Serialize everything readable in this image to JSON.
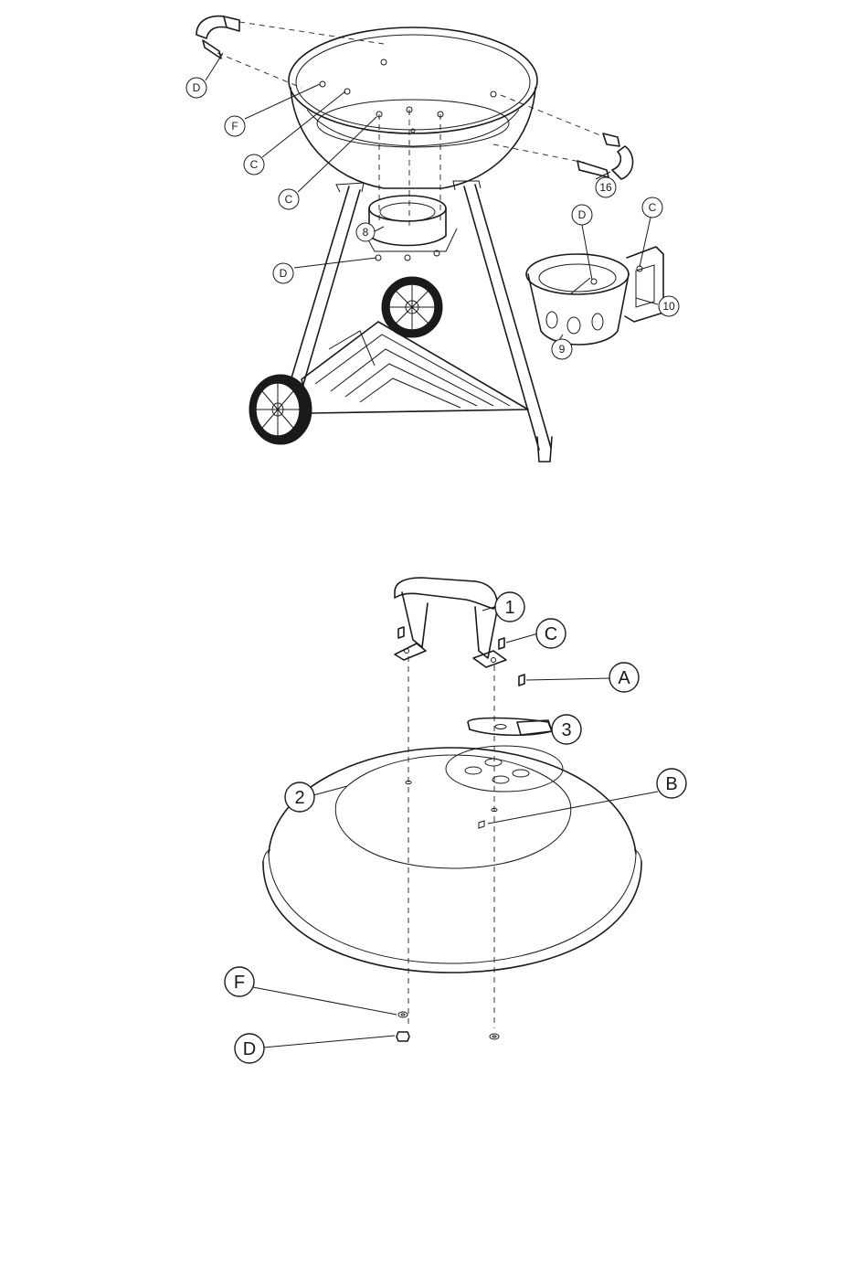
{
  "callouts": {
    "top": {
      "d_handle": "D",
      "f": "F",
      "c_upper": "C",
      "c_lower": "C",
      "n16": "16",
      "n8": "8",
      "d_bowl": "D",
      "d_holder": "D",
      "c_holder": "C",
      "n10": "10",
      "n9": "9"
    },
    "bottom": {
      "n1": "1",
      "c": "C",
      "a": "A",
      "n3": "3",
      "n2": "2",
      "b": "B",
      "f": "F",
      "d": "D"
    }
  }
}
